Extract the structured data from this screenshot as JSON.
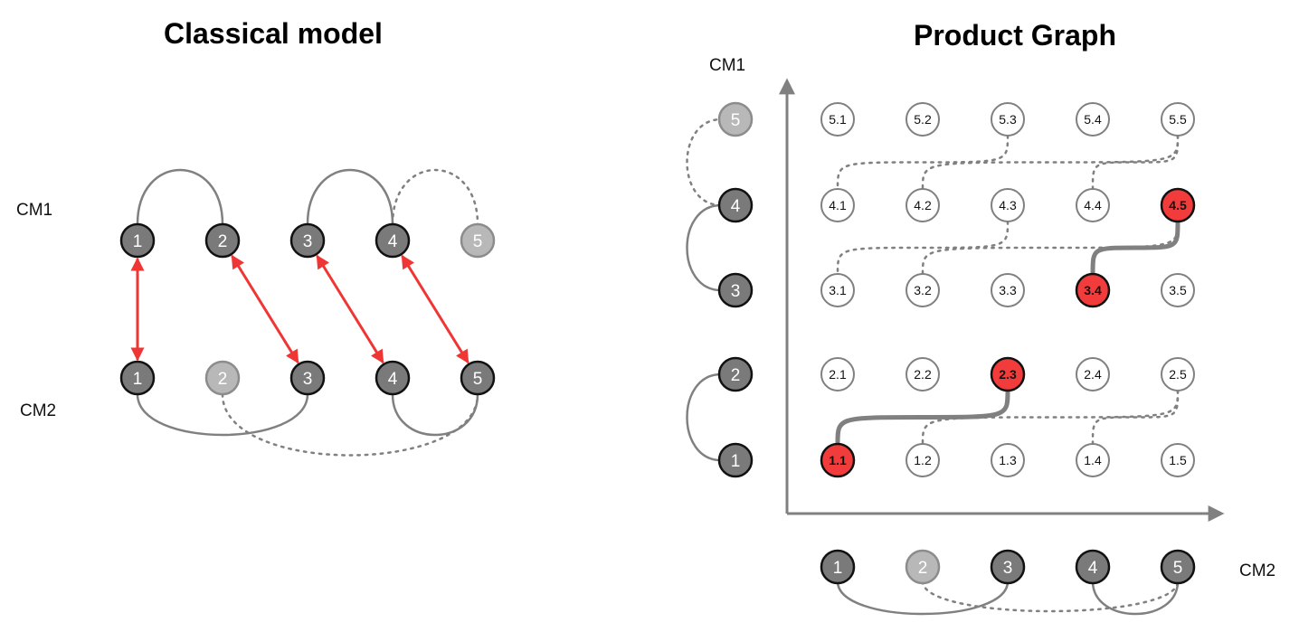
{
  "classical": {
    "title": "Classical model",
    "cm1_label": "CM1",
    "cm2_label": "CM2",
    "cm1_nodes": [
      {
        "label": "1",
        "state": "dark"
      },
      {
        "label": "2",
        "state": "dark"
      },
      {
        "label": "3",
        "state": "dark"
      },
      {
        "label": "4",
        "state": "dark"
      },
      {
        "label": "5",
        "state": "light"
      }
    ],
    "cm2_nodes": [
      {
        "label": "1",
        "state": "dark"
      },
      {
        "label": "2",
        "state": "light"
      },
      {
        "label": "3",
        "state": "dark"
      },
      {
        "label": "4",
        "state": "dark"
      },
      {
        "label": "5",
        "state": "dark"
      }
    ],
    "cm1_links": [
      {
        "from": "1",
        "to": "2",
        "style": "solid"
      },
      {
        "from": "3",
        "to": "4",
        "style": "solid"
      },
      {
        "from": "4",
        "to": "5",
        "style": "dotted"
      }
    ],
    "cm2_links": [
      {
        "from": "1",
        "to": "3",
        "style": "solid"
      },
      {
        "from": "4",
        "to": "5",
        "style": "solid"
      },
      {
        "from": "2",
        "to": "5",
        "style": "dotted"
      }
    ],
    "alignment": [
      {
        "cm1": "1",
        "cm2": "1"
      },
      {
        "cm1": "2",
        "cm2": "3"
      },
      {
        "cm1": "3",
        "cm2": "4"
      },
      {
        "cm1": "4",
        "cm2": "5"
      }
    ]
  },
  "product": {
    "title": "Product Graph",
    "cm1_label": "CM1",
    "cm2_label": "CM2",
    "cm1_nodes": [
      {
        "label": "1",
        "state": "dark"
      },
      {
        "label": "2",
        "state": "dark"
      },
      {
        "label": "3",
        "state": "dark"
      },
      {
        "label": "4",
        "state": "dark"
      },
      {
        "label": "5",
        "state": "light"
      }
    ],
    "cm2_nodes": [
      {
        "label": "1",
        "state": "dark"
      },
      {
        "label": "2",
        "state": "light"
      },
      {
        "label": "3",
        "state": "dark"
      },
      {
        "label": "4",
        "state": "dark"
      },
      {
        "label": "5",
        "state": "dark"
      }
    ],
    "cm1_links": [
      {
        "from": "1",
        "to": "2",
        "style": "solid"
      },
      {
        "from": "3",
        "to": "4",
        "style": "solid"
      },
      {
        "from": "4",
        "to": "5",
        "style": "dotted"
      }
    ],
    "cm2_links": [
      {
        "from": "1",
        "to": "3",
        "style": "solid"
      },
      {
        "from": "4",
        "to": "5",
        "style": "solid"
      },
      {
        "from": "2",
        "to": "5",
        "style": "dotted"
      }
    ],
    "grid": [
      [
        "5.1",
        "5.2",
        "5.3",
        "5.4",
        "5.5"
      ],
      [
        "4.1",
        "4.2",
        "4.3",
        "4.4",
        "4.5"
      ],
      [
        "3.1",
        "3.2",
        "3.3",
        "3.4",
        "3.5"
      ],
      [
        "2.1",
        "2.2",
        "2.3",
        "2.4",
        "2.5"
      ],
      [
        "1.1",
        "1.2",
        "1.3",
        "1.4",
        "1.5"
      ]
    ],
    "highlighted": [
      "1.1",
      "2.3",
      "3.4",
      "4.5"
    ],
    "path_links": [
      {
        "from": "1.1",
        "to": "2.3"
      },
      {
        "from": "3.4",
        "to": "4.5"
      }
    ],
    "dotted_links": [
      {
        "from": "5.3",
        "to": "4.1"
      },
      {
        "from": "5.5",
        "to": "4.2"
      },
      {
        "from": "5.5",
        "to": "4.4"
      },
      {
        "from": "4.3",
        "to": "3.1"
      },
      {
        "from": "4.5",
        "to": "3.2"
      },
      {
        "from": "2.5",
        "to": "1.2"
      },
      {
        "from": "2.5",
        "to": "1.4"
      }
    ]
  },
  "colors": {
    "dark_node": "#7a7a7a",
    "light_node": "#b8b8b8",
    "highlight_node": "#f23c3c",
    "edge_gray": "#808080",
    "arrow_red": "#f03535"
  }
}
